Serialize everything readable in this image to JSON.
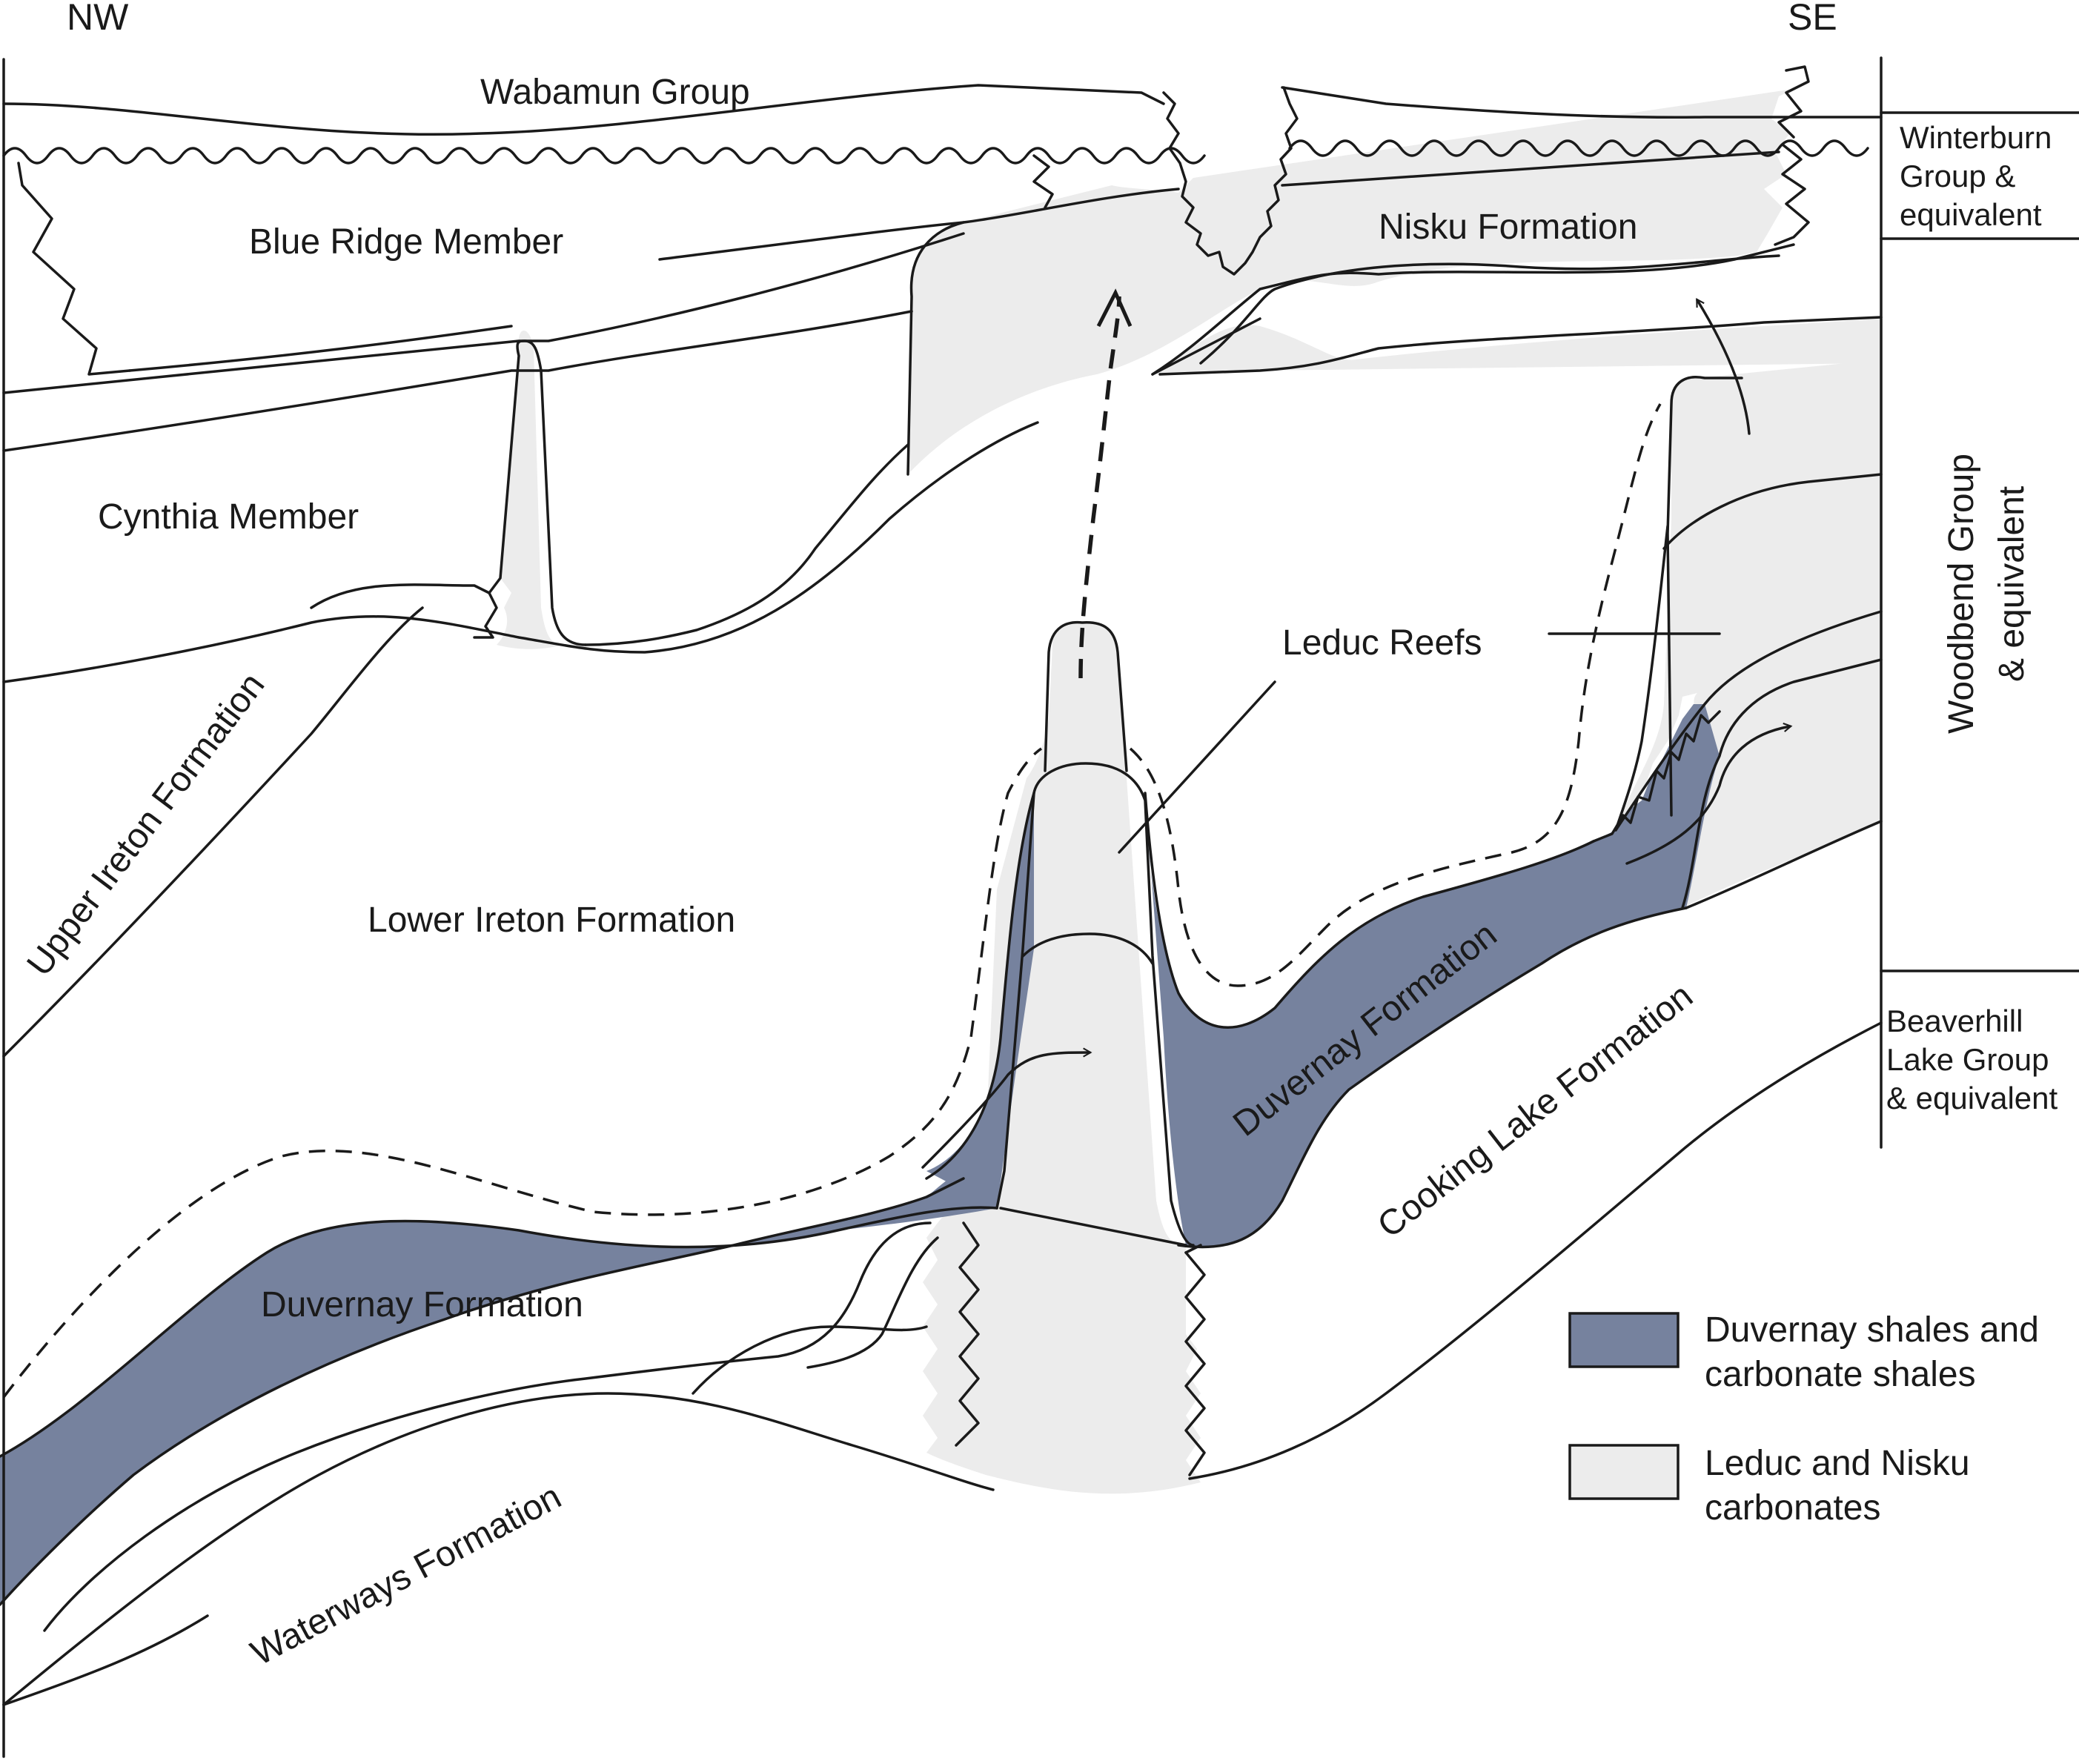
{
  "directions": {
    "left": "NW",
    "right": "SE"
  },
  "formations": {
    "wabamun": "Wabamun Group",
    "blue_ridge": "Blue Ridge Member",
    "nisku": "Nisku Formation",
    "cynthia": "Cynthia Member",
    "upper_ireton": "Upper Ireton Formation",
    "lower_ireton": "Lower Ireton Formation",
    "leduc_reefs": "Leduc Reefs",
    "duvernay_upper": "Duvernay Formation",
    "duvernay_lower": "Duvernay Formation",
    "cooking_lake": "Cooking Lake Formation",
    "waterways": "Waterways Formation"
  },
  "column": {
    "winterburn": [
      "Winterburn",
      "Group &",
      "equivalent"
    ],
    "woodbend": [
      "Woodbend Group",
      "& equivalent"
    ],
    "beaverhill": [
      "Beaverhill",
      "Lake Group",
      "& equivalent"
    ]
  },
  "legend": {
    "shale": {
      "lines": [
        "Duvernay shales and",
        "carbonate shales"
      ],
      "color": "#76829e"
    },
    "carbonate": {
      "lines": [
        "Leduc and Nisku",
        "carbonates"
      ],
      "color": "#ececec"
    }
  },
  "colors": {
    "line": "#1a1a1a",
    "shale": "#76829e",
    "carbonate": "#ececec"
  }
}
